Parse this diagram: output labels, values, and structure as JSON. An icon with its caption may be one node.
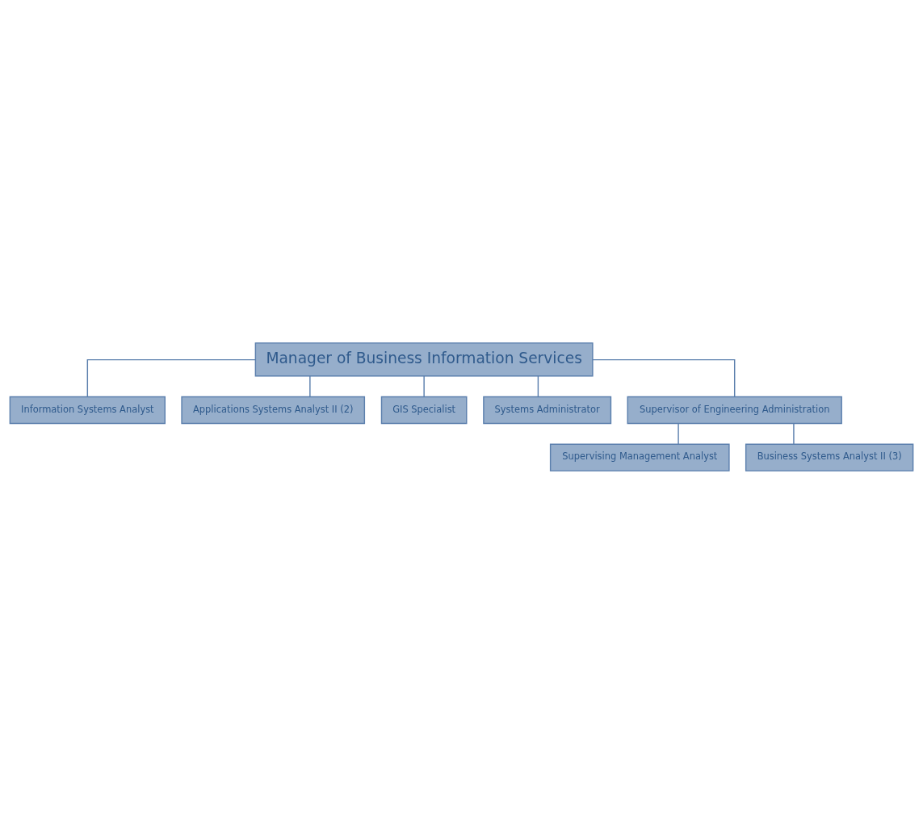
{
  "diagram": {
    "nodes": [
      {
        "text": [
          "Manager of Business Information Services"
        ]
      },
      {
        "text": [
          "Information Systems Analyst"
        ]
      },
      {
        "text": [
          "Applications Systems Analyst II (2)"
        ]
      },
      {
        "text": [
          "GIS Specialist"
        ]
      },
      {
        "text": [
          "Systems Administrator"
        ]
      },
      {
        "text": [
          "Supervisor of Engineering Administration"
        ]
      },
      {
        "text": [
          "Supervising Management Analyst"
        ]
      },
      {
        "text": [
          "Business Systems Analyst II (3)"
        ]
      }
    ],
    "edges": [
      {
        "from": 0,
        "to": 1,
        "arrow": "none"
      },
      {
        "from": 0,
        "to": 2,
        "arrow": "none"
      },
      {
        "from": 0,
        "to": 3,
        "arrow": "none"
      },
      {
        "from": 0,
        "to": 4,
        "arrow": "none"
      },
      {
        "from": 0,
        "to": 5,
        "arrow": "none"
      },
      {
        "from": 5,
        "to": 6,
        "arrow": "none"
      },
      {
        "from": 5,
        "to": 7,
        "arrow": "none"
      }
    ]
  }
}
